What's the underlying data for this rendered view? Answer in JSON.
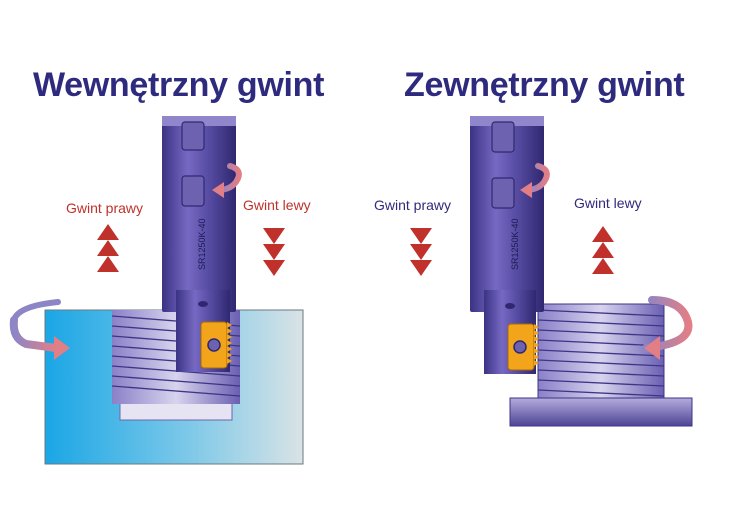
{
  "left": {
    "title": "Wewnętrzny gwint",
    "label_right_hand": "Gwint prawy",
    "label_left_hand": "Gwint lewy",
    "tool_code": "SR1250K-40",
    "label_right_hand_color": "#c0312b",
    "label_left_hand_color": "#c0312b"
  },
  "right": {
    "title": "Zewnętrzny gwint",
    "label_right_hand": "Gwint prawy",
    "label_left_hand": "Gwint lewy",
    "tool_code": "SR1250K-40",
    "label_right_hand_color": "#2e2a7e",
    "label_left_hand_color": "#2e2a7e"
  },
  "colors": {
    "title": "#2e2a7e",
    "tool": "#5a4fa6",
    "arrow_red": "#c0312b",
    "workpiece_light": "#dfe8ea",
    "workpiece_blue": "#2aa8e0",
    "insert": "#f2a51b"
  }
}
